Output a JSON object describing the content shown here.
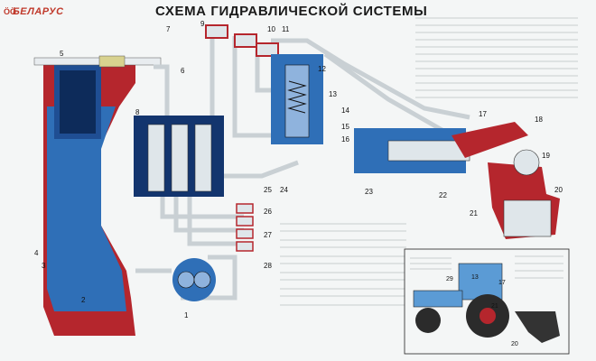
{
  "brand": {
    "logo_glyph": "ÖÖ",
    "name": "БЕЛАРУС"
  },
  "title": "СХЕМА ГИДРАВЛИЧЕСКОЙ СИСТЕМЫ",
  "callouts": [
    "1",
    "2",
    "3",
    "4",
    "5",
    "6",
    "7",
    "8",
    "9",
    "10",
    "11",
    "12",
    "13",
    "14",
    "15",
    "16",
    "17",
    "18",
    "19",
    "20",
    "21",
    "22",
    "23",
    "24",
    "25",
    "26",
    "27",
    "28"
  ],
  "inset": {
    "callouts": [
      "29",
      "13",
      "17",
      "20",
      "21"
    ]
  },
  "colors": {
    "oil_blue": "#2f6fb7",
    "tank_red": "#b5262d",
    "pipe_white": "#e8ecef",
    "valve_white": "#dfe6ea",
    "background": "#f4f6f6"
  }
}
